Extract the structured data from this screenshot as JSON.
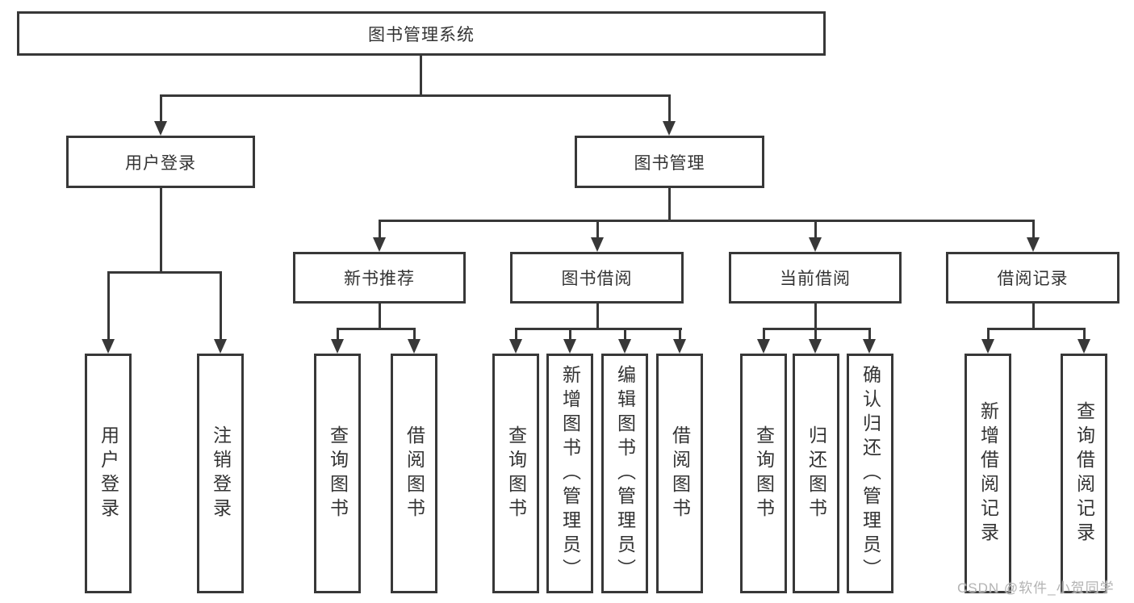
{
  "diagram": {
    "type": "hierarchy-tree",
    "title": "图书管理系统",
    "tree": {
      "root": {
        "label": "图书管理系统"
      },
      "user_login": {
        "label": "用户登录",
        "children": [
          {
            "label": "用户登录"
          },
          {
            "label": "注销登录"
          }
        ]
      },
      "book_management": {
        "label": "图书管理",
        "children": [
          {
            "label": "新书推荐",
            "children": [
              {
                "label": "查询图书"
              },
              {
                "label": "借阅图书"
              }
            ]
          },
          {
            "label": "图书借阅",
            "children": [
              {
                "label": "查询图书"
              },
              {
                "label": "新增图书（管理员）"
              },
              {
                "label": "编辑图书（管理员）"
              },
              {
                "label": "借阅图书"
              }
            ]
          },
          {
            "label": "当前借阅",
            "children": [
              {
                "label": "查询图书"
              },
              {
                "label": "归还图书"
              },
              {
                "label": "确认归还（管理员）"
              }
            ]
          },
          {
            "label": "借阅记录",
            "children": [
              {
                "label": "新增借阅记录"
              },
              {
                "label": "查询借阅记录"
              }
            ]
          }
        ]
      }
    },
    "colors": {
      "line": "#383838",
      "box_border": "#383838",
      "box_background": "#ffffff",
      "text": "#333333",
      "watermark_text": "#b3b3b3"
    }
  },
  "watermark": "CSDN @软件_小贺同学"
}
